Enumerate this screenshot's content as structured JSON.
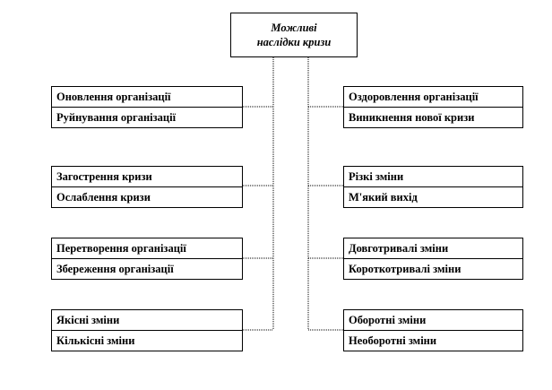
{
  "title": {
    "line1": "Можливі",
    "line2": "наслідки кризи"
  },
  "left_pairs": [
    {
      "top": "Оновлення організації",
      "bottom": "Руйнування організації"
    },
    {
      "top": "Загострення кризи",
      "bottom": "Ослаблення кризи"
    },
    {
      "top": "Перетворення організації",
      "bottom": "Збереження організації"
    },
    {
      "top": "Якісні  зміни",
      "bottom": "Кількісні  зміни"
    }
  ],
  "right_pairs": [
    {
      "top": "Оздоровлення організації",
      "bottom": "Виникнення нової кризи"
    },
    {
      "top": "Різкі  зміни",
      "bottom": "М'який вихід"
    },
    {
      "top": "Довготривалі зміни",
      "bottom": "Короткотривалі зміни"
    },
    {
      "top": "Оборотні зміни",
      "bottom": "Необоротні зміни"
    }
  ],
  "colors": {
    "line": "#000000",
    "background": "#ffffff"
  }
}
